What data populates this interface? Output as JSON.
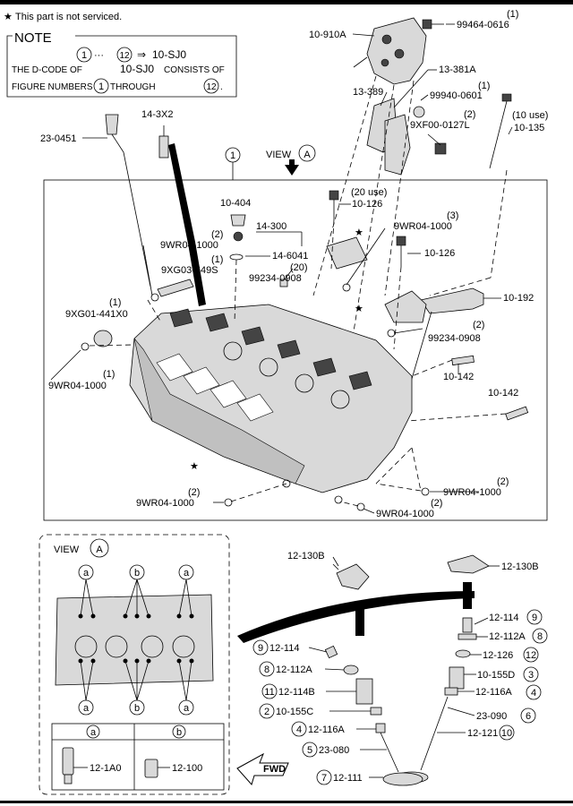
{
  "header": {
    "star": "★",
    "not_serviced": "This part is not serviced."
  },
  "note": {
    "title": "NOTE",
    "circle_1": "1",
    "ellipsis": "···",
    "circle_12": "12",
    "arrow": "⇒",
    "code": "10-SJ0",
    "line2_a": "THE D-CODE OF",
    "line2_code": "10-SJ0",
    "line2_b": "CONSISTS OF",
    "line3_a": "FIGURE NUMBERS",
    "line3_c1": "1",
    "line3_b": "THROUGH",
    "line3_c12": "12",
    "line3_end": "."
  },
  "top_labels": {
    "p_10_910A": "10-910A",
    "p_99464_qty": "(1)",
    "p_99464": "99464-0616",
    "p_13_381A": "13-381A",
    "p_13_389": "13-389",
    "p_99940_qty": "(1)",
    "p_99940": "99940-0601",
    "p_9XF00_qty": "(2)",
    "p_9XF00": "9XF00-0127L",
    "p_10_135_qty": "(10 use)",
    "p_10_135": "10-135",
    "p_14_3X2": "14-3X2",
    "p_23_0451": "23-0451",
    "view_text": "VIEW",
    "view_circle": "A",
    "fig_circle_1": "1",
    "p_10_404": "10-404",
    "p_10_126_qty": "(20 use)",
    "p_10_126a": "10-126",
    "p_14_300": "14-300",
    "p_9WR_a_qty": "(2)",
    "p_9WR_a": "9WR04-1000",
    "p_14_6041": "14-6041",
    "p_9XG03_qty": "(1)",
    "p_9XG03": "9XG03-649S",
    "p_99234_a_qty": "(20)",
    "p_99234_a": "99234-0908",
    "p_9WR_b_qty": "(3)",
    "p_9WR_b": "9WR04-1000",
    "p_10_126b": "10-126",
    "p_9XG01_qty": "(1)",
    "p_9XG01": "9XG01-441X0",
    "p_10_192": "10-192",
    "p_99234_b_qty": "(2)",
    "p_99234_b": "99234-0908",
    "p_9WR_c_qty": "(1)",
    "p_9WR_c": "9WR04-1000",
    "p_10_142a": "10-142",
    "p_10_142b": "10-142",
    "p_9WR_d_qty": "(2)",
    "p_9WR_d": "9WR04-1000",
    "p_9WR_e_qty": "(2)",
    "p_9WR_e": "9WR04-1000",
    "p_9WR_f_qty": "(2)",
    "p_9WR_f": "9WR04-1000"
  },
  "view_a": {
    "title": "VIEW",
    "circle": "A",
    "marker_a": "a",
    "marker_b": "b",
    "part_a": "12-1A0",
    "part_b": "12-100"
  },
  "valve_labels": {
    "p_12_130B_l": "12-130B",
    "p_12_130B_r": "12-130B",
    "r1_text": "12-114",
    "r1_num": "9",
    "r2_text": "12-112A",
    "r2_num": "8",
    "r3_text": "12-126",
    "r3_num": "12",
    "r4_text": "10-155D",
    "r4_num": "3",
    "r5_text": "12-116A",
    "r5_num": "4",
    "r6_text": "23-090",
    "r6_num": "6",
    "r7_text": "12-121",
    "r7_num": "10",
    "l1_num": "9",
    "l1_text": "12-114",
    "l2_num": "8",
    "l2_text": "12-112A",
    "l3_num": "11",
    "l3_text": "12-114B",
    "l4_num": "2",
    "l4_text": "10-155C",
    "l5_num": "4",
    "l5_text": "12-116A",
    "l6_num": "5",
    "l6_text": "23-080",
    "l7_num": "7",
    "l7_text": "12-111",
    "fwd": "FWD"
  }
}
